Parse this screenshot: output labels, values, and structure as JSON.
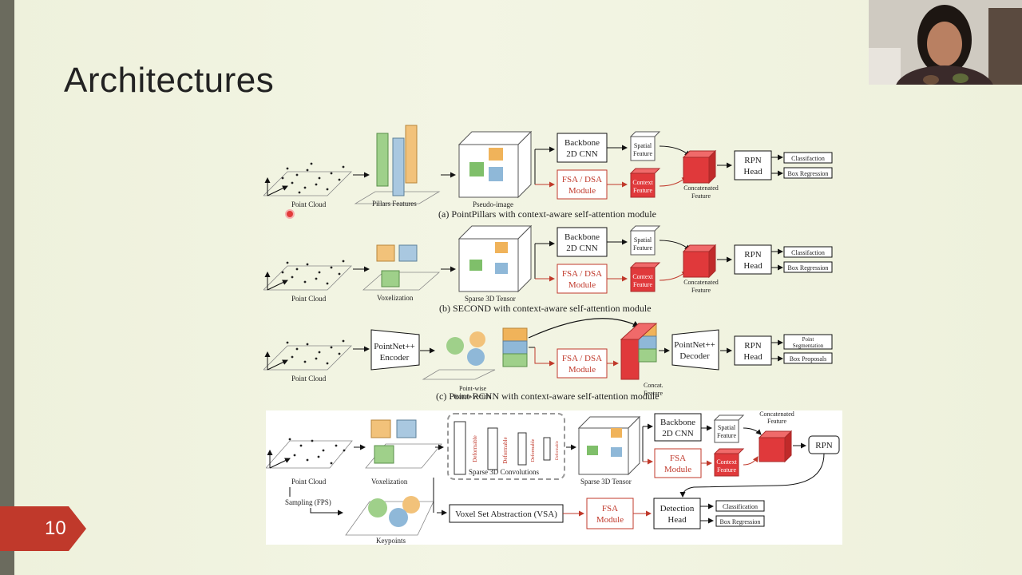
{
  "slide": {
    "title": "Architectures",
    "page_number": "10"
  },
  "diagram": {
    "a": {
      "caption": "(a) PointPillars with context-aware self-attention module",
      "point_cloud": "Point Cloud",
      "pillars": "Pillars Features",
      "pseudo": "Pseudo-image",
      "backbone": [
        "Backbone",
        "2D CNN"
      ],
      "fsa": [
        "FSA / DSA",
        "Module"
      ],
      "spatial": [
        "Spatial",
        "Feature"
      ],
      "context": [
        "Context",
        "Feature"
      ],
      "concat": [
        "Concatenated",
        "Feature"
      ],
      "rpn": [
        "RPN",
        "Head"
      ],
      "out1": "Classifaction",
      "out2": "Box Regression"
    },
    "b": {
      "caption": "(b) SECOND with context-aware self-attention module",
      "point_cloud": "Point Cloud",
      "vox": "Voxelization",
      "sparse": "Sparse 3D Tensor",
      "backbone": [
        "Backbone",
        "2D CNN"
      ],
      "fsa": [
        "FSA / DSA",
        "Module"
      ],
      "spatial": [
        "Spatial",
        "Feature"
      ],
      "context": [
        "Context",
        "Feature"
      ],
      "concat": [
        "Concatenated",
        "Feature"
      ],
      "rpn": [
        "RPN",
        "Head"
      ],
      "out1": "Classifaction",
      "out2": "Box Regression"
    },
    "c": {
      "caption": "(c) Point-RCNN with context-aware self-attention module",
      "point_cloud": "Point Cloud",
      "encoder": [
        "PointNet++",
        "Encoder"
      ],
      "pointwise": [
        "Point-wise",
        "feature vectors"
      ],
      "fsa": [
        "FSA / DSA",
        "Module"
      ],
      "concat": [
        "Concat.",
        "Feature"
      ],
      "decoder": [
        "PointNet++",
        "Decoder"
      ],
      "rpn": [
        "RPN",
        "Head"
      ],
      "out1": [
        "Point",
        "Segmentation"
      ],
      "out2": "Box Proposals"
    },
    "d": {
      "point_cloud": "Point Cloud",
      "vox": "Voxelization",
      "deform": "Deformable",
      "sparse_conv": "Sparse 3D Convolutions",
      "sparse": "Sparse 3D Tensor",
      "backbone": [
        "Backbone",
        "2D CNN"
      ],
      "fsa": [
        "FSA",
        "Module"
      ],
      "spatial": [
        "Spatial",
        "Feature"
      ],
      "context": [
        "Context",
        "Feature"
      ],
      "concat": [
        "Concatenated",
        "Feature"
      ],
      "rpn": "RPN",
      "sampling": "Sampling (FPS)",
      "keypoints": "Keypoints",
      "vsa": "Voxel Set Abstraction (VSA)",
      "fsa2": [
        "FSA",
        "Module"
      ],
      "det": [
        "Detection",
        "Head"
      ],
      "out1": "Classification",
      "out2": "Box Regression"
    }
  },
  "colors": {
    "accent_red": "#c0392b",
    "badge_red": "#c0392b",
    "cube_red": "#e0393b",
    "cube_green": "#7fbf6a",
    "cube_orange": "#f0b35a",
    "cube_blue": "#8fb8d8"
  }
}
